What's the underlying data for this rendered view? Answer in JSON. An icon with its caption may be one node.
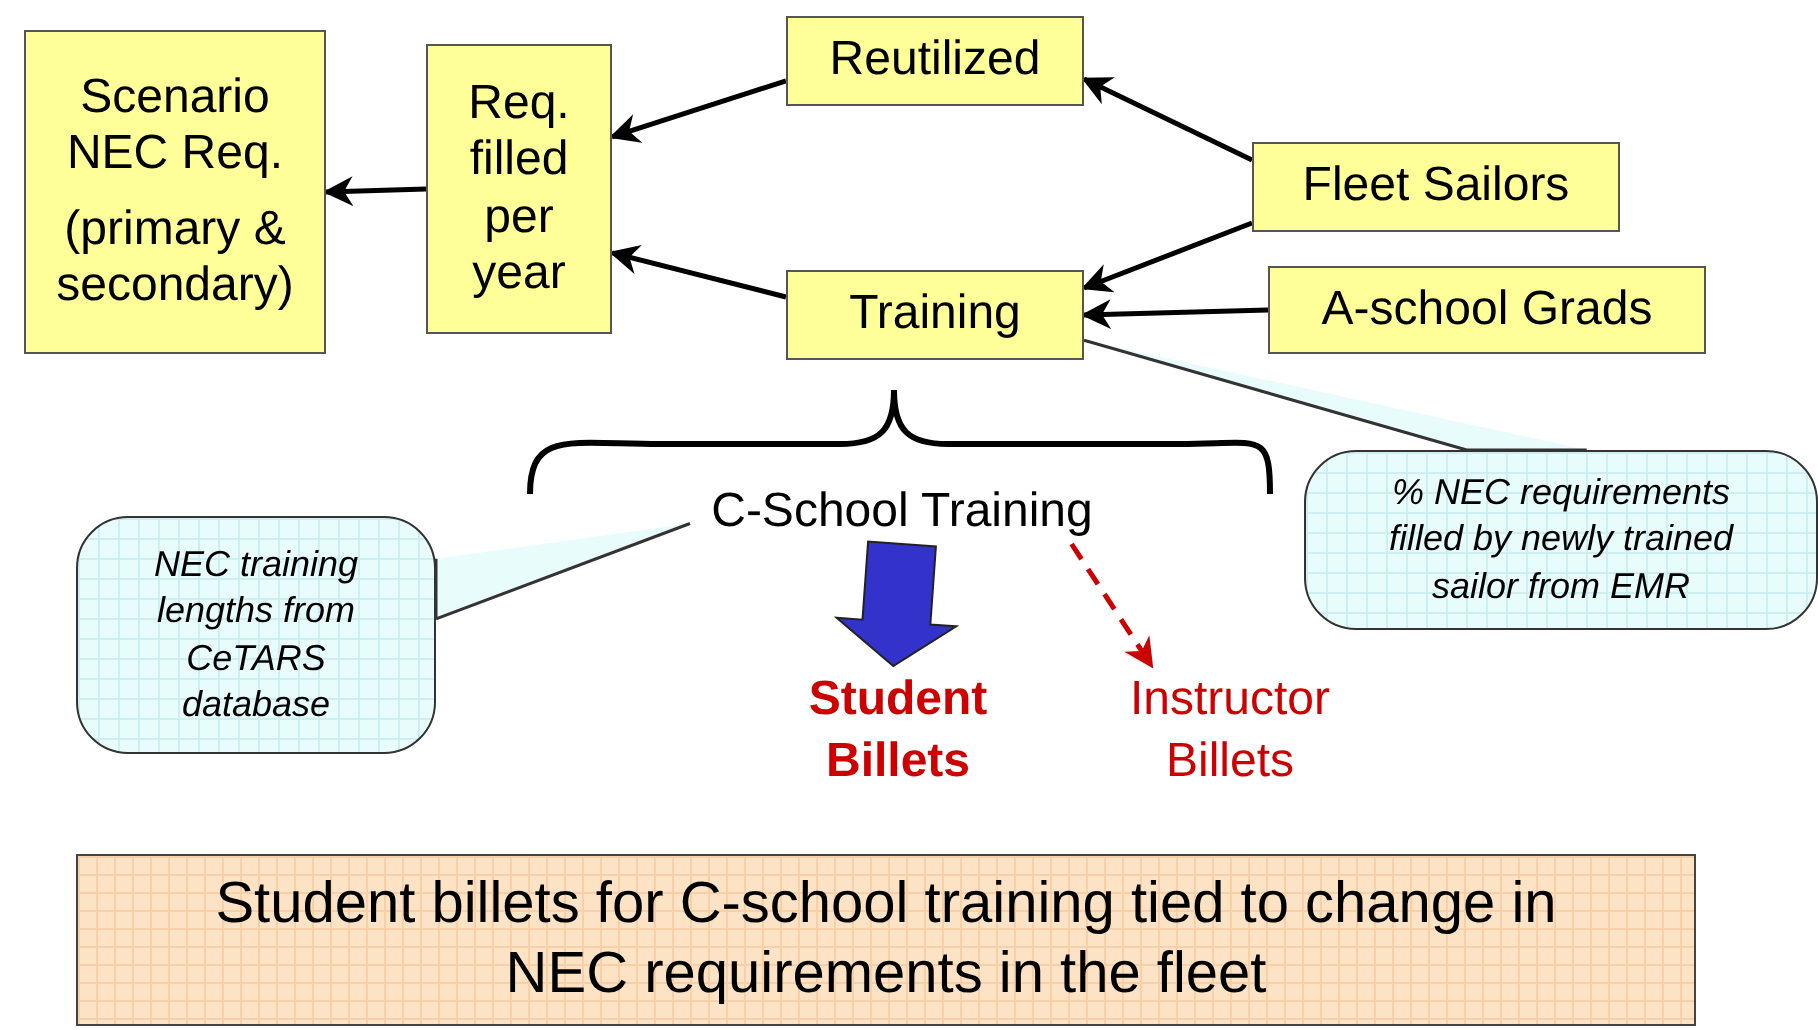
{
  "diagram": {
    "nodes": [
      {
        "text": [
          "Scenario NEC Req.",
          "(primary & secondary)"
        ]
      },
      {
        "text": [
          "Req. filled per year"
        ]
      },
      {
        "text": [
          "Reutilized"
        ]
      },
      {
        "text": [
          "Training"
        ]
      },
      {
        "text": [
          "Fleet Sailors"
        ]
      },
      {
        "text": [
          "A-school Grads"
        ]
      },
      {
        "text": [
          "C-School Training"
        ]
      },
      {
        "text": [
          "Student Billets"
        ]
      },
      {
        "text": [
          "Instructor Billets"
        ]
      },
      {
        "text": [
          "NEC training lengths from CeTARS database"
        ]
      },
      {
        "text": [
          "% NEC requirements filled by newly trained sailor from EMR"
        ]
      },
      {
        "text": [
          "Student billets for C-school training tied to change in NEC requirements in the fleet"
        ]
      }
    ],
    "edges": [
      {
        "from": 1,
        "to": 0,
        "arrow": "to"
      },
      {
        "from": 2,
        "to": 1,
        "arrow": "to"
      },
      {
        "from": 3,
        "to": 1,
        "arrow": "to"
      },
      {
        "from": 4,
        "to": 2,
        "arrow": "to"
      },
      {
        "from": 4,
        "to": 3,
        "arrow": "to"
      },
      {
        "from": 5,
        "to": 3,
        "arrow": "to"
      },
      {
        "from": 6,
        "to": 7,
        "arrow": "to",
        "style": "thick",
        "color": "#3333cc"
      },
      {
        "from": 6,
        "to": 8,
        "arrow": "to",
        "style": "dashed",
        "color": "#cc0000"
      },
      {
        "from": 9,
        "to": 6,
        "arrow": "none"
      },
      {
        "from": 10,
        "to": 3,
        "arrow": "none"
      }
    ]
  }
}
